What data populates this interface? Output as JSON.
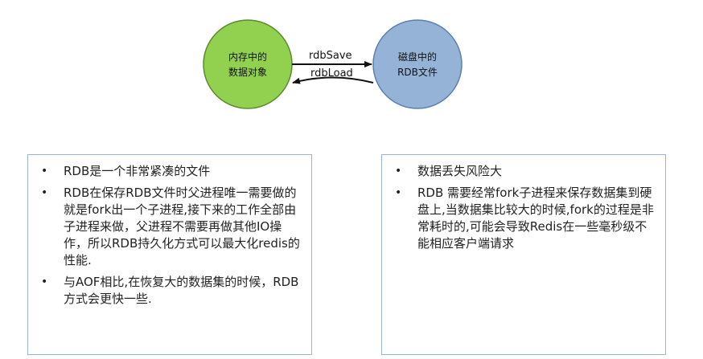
{
  "diagram": {
    "node_left": {
      "line1": "内存中的",
      "line2": "数据对象",
      "color": "#92d050"
    },
    "node_right": {
      "line1": "磁盘中的",
      "line2": "RDB文件",
      "color": "#95b3d7"
    },
    "edge_top": "rdbSave",
    "edge_bottom": "rdbLoad"
  },
  "panels": {
    "advantages": [
      "RDB是一个非常紧凑的文件",
      "RDB在保存RDB文件时父进程唯一需要做的就是fork出一个子进程,接下来的工作全部由子进程来做，父进程不需要再做其他IO操作，所以RDB持久化方式可以最大化redis的性能.",
      "与AOF相比,在恢复大的数据集的时候，RDB方式会更快一些."
    ],
    "disadvantages": [
      "数据丢失风险大",
      "RDB 需要经常fork子进程来保存数据集到硬盘上,当数据集比较大的时候,fork的过程是非常耗时的,可能会导致Redis在一些毫秒级不能相应客户端请求"
    ],
    "bullet": "•"
  },
  "colors": {
    "panel_border": "#9bb3d6"
  }
}
